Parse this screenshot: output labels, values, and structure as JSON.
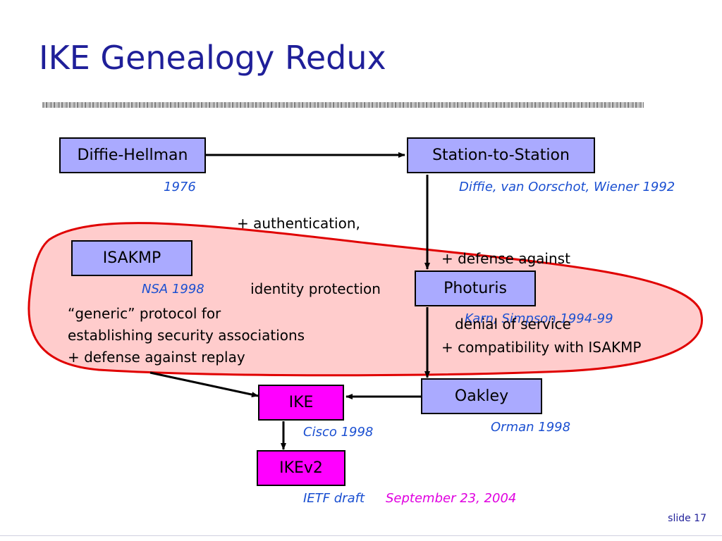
{
  "slide": {
    "title": "IKE Genealogy Redux",
    "slide_number": "slide 17"
  },
  "nodes": {
    "diffie_hellman": "Diffie-Hellman",
    "station_to_station": "Station-to-Station",
    "isakmp": "ISAKMP",
    "photuris": "Photuris",
    "oakley": "Oakley",
    "ike": "IKE",
    "ikev2": "IKEv2"
  },
  "citations": {
    "diffie_hellman": "1976",
    "station_to_station": "Diffie, van Oorschot, Wiener  1992",
    "isakmp": "NSA  1998",
    "photuris": "Karn, Simpson  1994-99",
    "oakley": "Orman  1998",
    "ike": "Cisco  1998",
    "ikev2_draft": "IETF draft",
    "ikev2_date": "September 23, 2004"
  },
  "notes": {
    "dh_to_sts": [
      "+ authentication,",
      "   identity protection"
    ],
    "sts_to_photuris": [
      "+ defense against",
      "   denial of service"
    ],
    "isakmp_desc": [
      "“generic” protocol for",
      "establishing security associations",
      "+ defense against replay"
    ],
    "photuris_to_oakley": [
      "+ compatibility with ISAKMP"
    ]
  },
  "colors": {
    "title": "#1f1f99",
    "citation": "#1a4fd1",
    "highlight": "#e000e0",
    "node_fill": "#aaaaff",
    "node_fill_highlight": "#ff00ff",
    "ellipse_fill": "#ffcccc",
    "ellipse_stroke": "#e00000"
  }
}
